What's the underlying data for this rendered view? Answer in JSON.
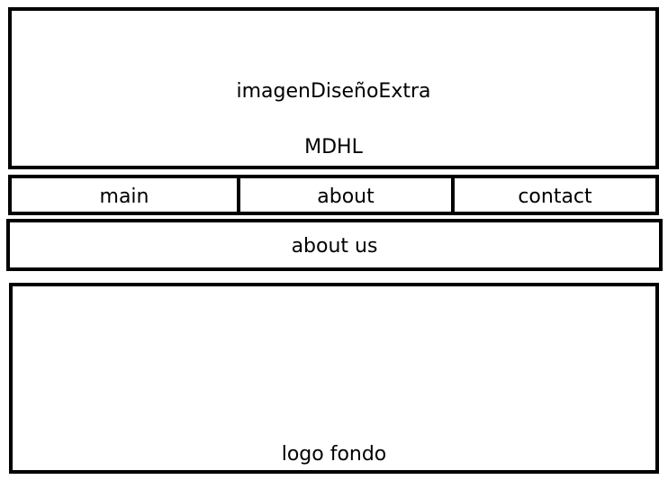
{
  "header": {
    "image_label": "imagenDiseñoExtra",
    "title": "MDHL"
  },
  "nav": {
    "items": [
      {
        "label": "main"
      },
      {
        "label": "about"
      },
      {
        "label": "contact"
      }
    ]
  },
  "about_section": {
    "label": "about us"
  },
  "footer_area": {
    "label": "logo fondo"
  }
}
